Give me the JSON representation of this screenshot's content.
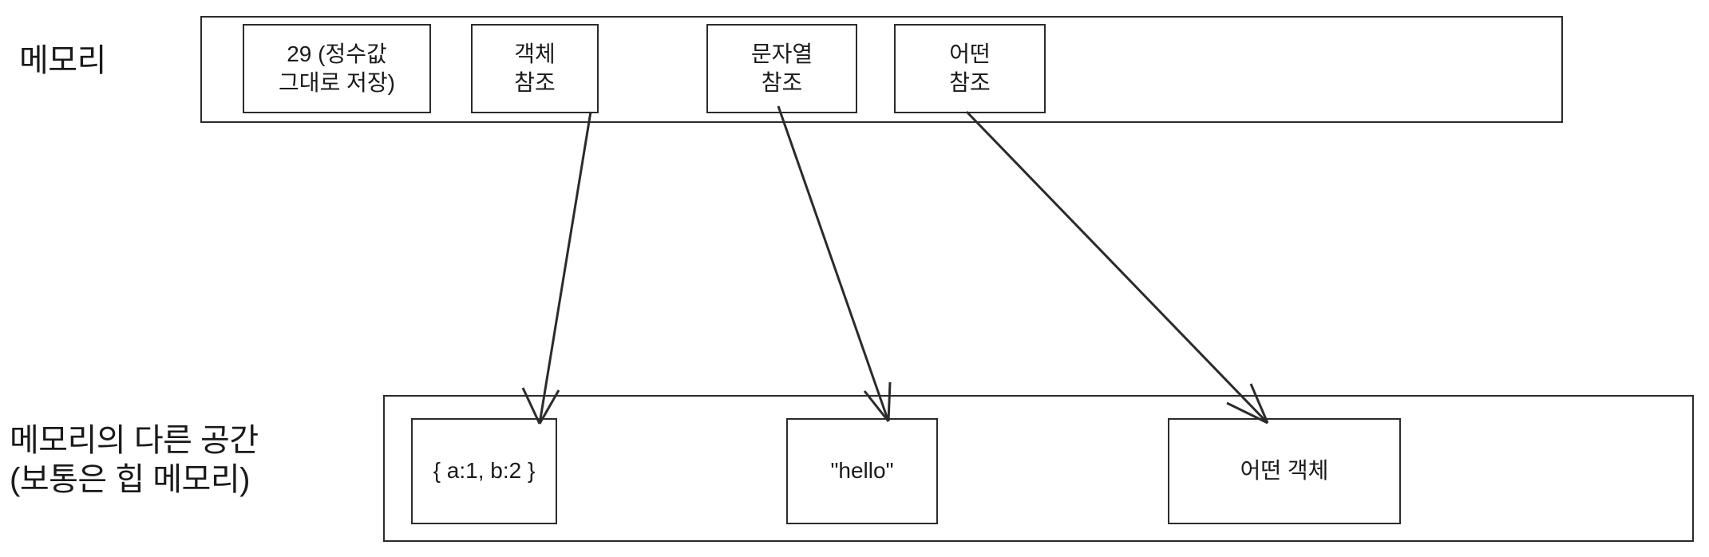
{
  "diagram": {
    "title_rows": {
      "memory_label": "메모리",
      "heap_label": "메모리의 다른 공간\n(보통은 힙 메모리)"
    },
    "memory_row": {
      "cells": [
        {
          "id": "integer-value",
          "text": "29 (정수값\n그대로 저장)"
        },
        {
          "id": "object-reference",
          "text": "객체\n참조"
        },
        {
          "id": "string-reference",
          "text": "문자열\n참조"
        },
        {
          "id": "some-reference",
          "text": "어떤\n참조"
        }
      ]
    },
    "heap_row": {
      "cells": [
        {
          "id": "object-literal",
          "text": "{ a:1, b:2 }"
        },
        {
          "id": "string-literal",
          "text": "\"hello\""
        },
        {
          "id": "some-object",
          "text": "어떤 객체"
        }
      ]
    },
    "arrows": [
      {
        "id": "object-reference-to-object-literal",
        "from": "객체 참조",
        "to": "{ a:1, b:2 }"
      },
      {
        "id": "string-reference-to-string-literal",
        "from": "문자열 참조",
        "to": "\"hello\""
      },
      {
        "id": "some-reference-to-some-object",
        "from": "어떤 참조",
        "to": "어떤 객체"
      }
    ],
    "colors": {
      "stroke": "#2b2b2b",
      "text": "#1a1a1a",
      "background": "#ffffff"
    }
  }
}
